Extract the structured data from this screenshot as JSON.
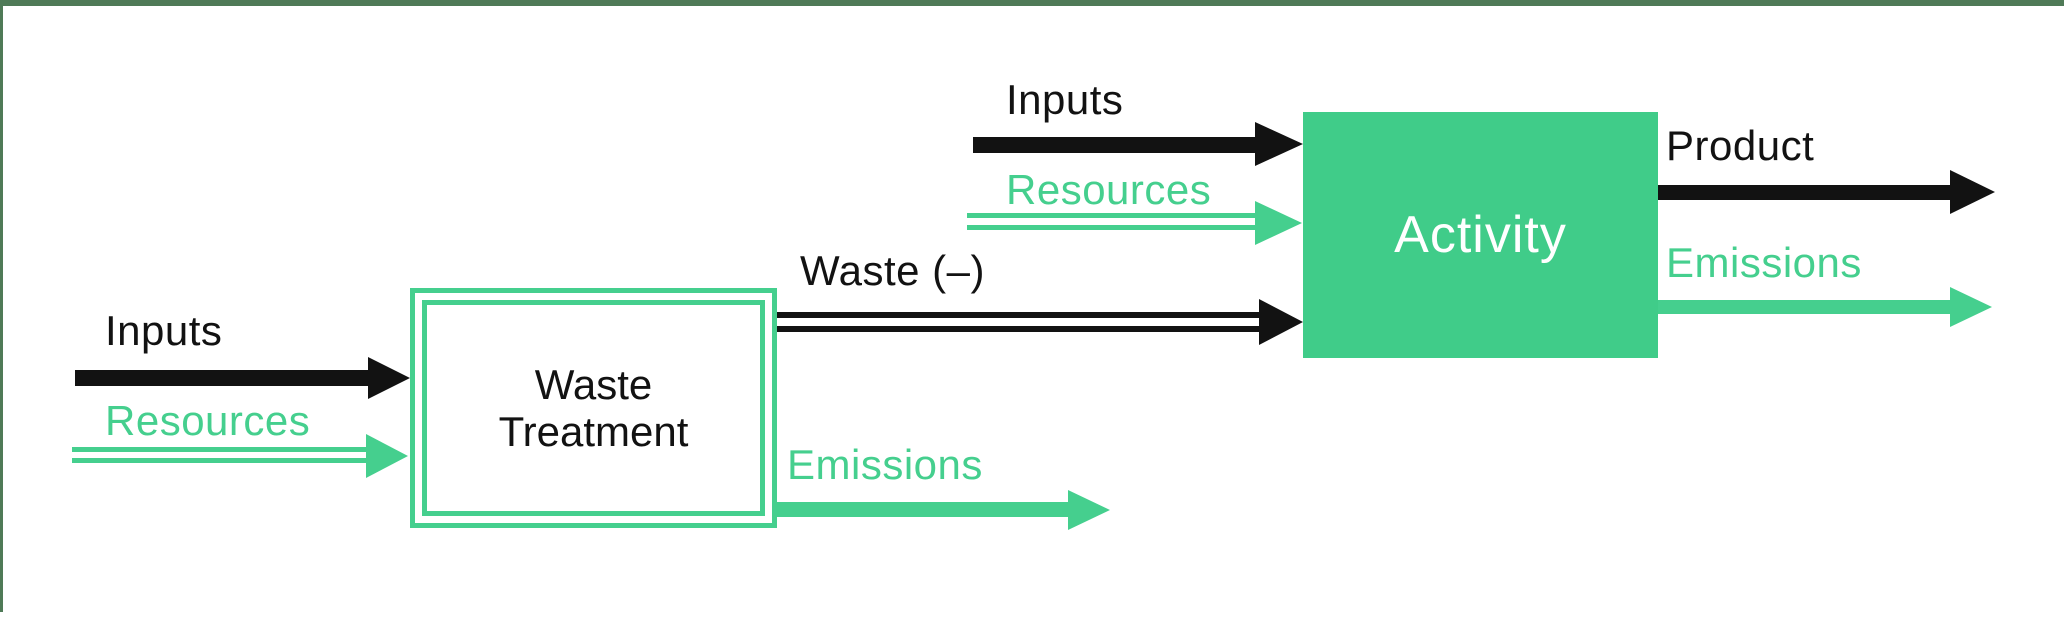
{
  "colors": {
    "accent_green": "#45cf8e",
    "box_green": "#40cc89",
    "frame_green": "#4f7a57",
    "black": "#121212",
    "white": "#ffffff"
  },
  "waste_treatment": {
    "box_label": "Waste\nTreatment",
    "inputs_label": "Inputs",
    "resources_label": "Resources",
    "waste_label": "Waste (–)",
    "emissions_label": "Emissions"
  },
  "activity": {
    "box_label": "Activity",
    "inputs_label": "Inputs",
    "resources_label": "Resources",
    "product_label": "Product",
    "emissions_label": "Emissions"
  }
}
